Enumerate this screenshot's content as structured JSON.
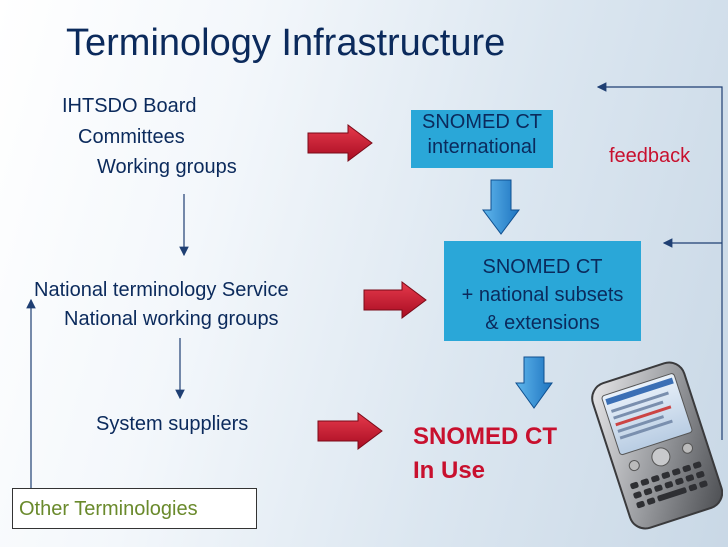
{
  "title": "Terminology Infrastructure",
  "left_column": {
    "board": "IHTSDO Board",
    "committees": "Committees",
    "working_groups": "Working groups",
    "national_service": "National terminology Service",
    "national_working_groups": "National working groups",
    "system_suppliers": "System suppliers"
  },
  "boxes": {
    "international": [
      "SNOMED CT",
      "international"
    ],
    "national": [
      "SNOMED CT",
      "+ national subsets",
      "& extensions"
    ]
  },
  "in_use": [
    "SNOMED CT",
    "In Use"
  ],
  "feedback": "feedback",
  "other_terminologies": "Other Terminologies",
  "colors": {
    "title": "#0b2a5c",
    "box": "#2aa7d8",
    "accent_red": "#c8102e",
    "other_text": "#6a8a2c",
    "arrow_red": "#c8102e",
    "arrow_blue": "#2f8fd4"
  },
  "icons": [
    "red-right-arrow",
    "blue-down-arrow",
    "handheld-device"
  ]
}
